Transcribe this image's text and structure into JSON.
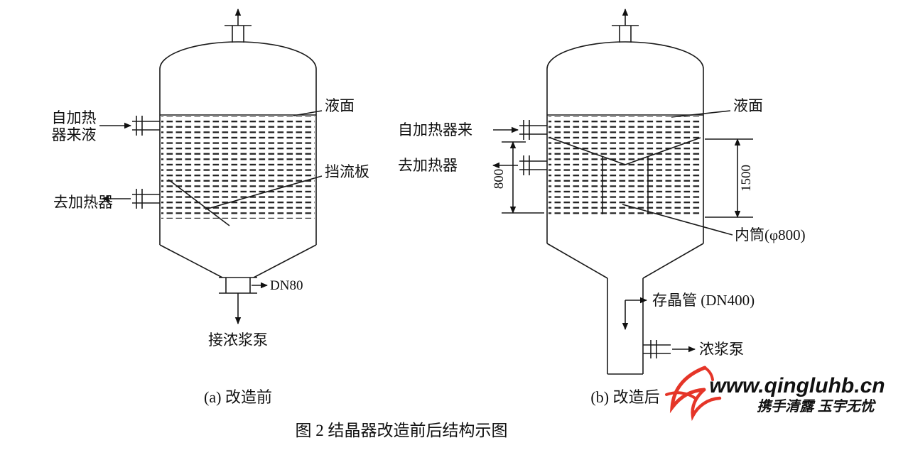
{
  "figure": {
    "caption": "图 2  结晶器改造前后结构示图"
  },
  "diagram_a": {
    "title": "(a) 改造前",
    "inlet_line1": "自加热",
    "inlet_line2": "器来液",
    "outlet": "去加热器",
    "liquid_surface": "液面",
    "baffle": "挡流板",
    "nozzle": "DN80",
    "pump": "接浓浆泵"
  },
  "diagram_b": {
    "title": "(b) 改造后",
    "inlet": "自加热器来",
    "outlet": "去加热器",
    "liquid_surface": "液面",
    "dim_height_left": "800",
    "dim_height_right": "1500",
    "inner_cylinder": "内筒(φ800)",
    "crystal_tube": "存晶管 (DN400)",
    "pump": "浓浆泵"
  },
  "watermark": {
    "url": "www.qingluhb.cn",
    "slogan": "携手清露 玉宇无忧",
    "brand_color": "#1535b8",
    "logo_color": "#e53528"
  },
  "colors": {
    "line": "#1a1a1a",
    "background": "#ffffff"
  }
}
